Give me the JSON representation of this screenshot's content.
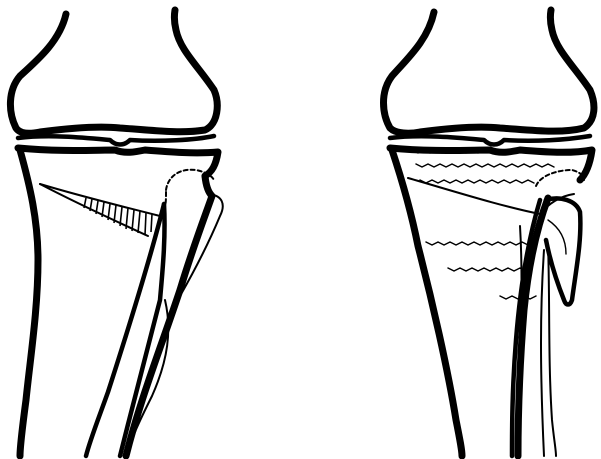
{
  "figure": {
    "background": "#ffffff",
    "ink": "#000000",
    "panels": [
      {
        "id": "left",
        "subject": "knee-osteotomy-wedge-outline"
      },
      {
        "id": "right",
        "subject": "knee-osteotomy-fixed-with-wires"
      }
    ]
  }
}
